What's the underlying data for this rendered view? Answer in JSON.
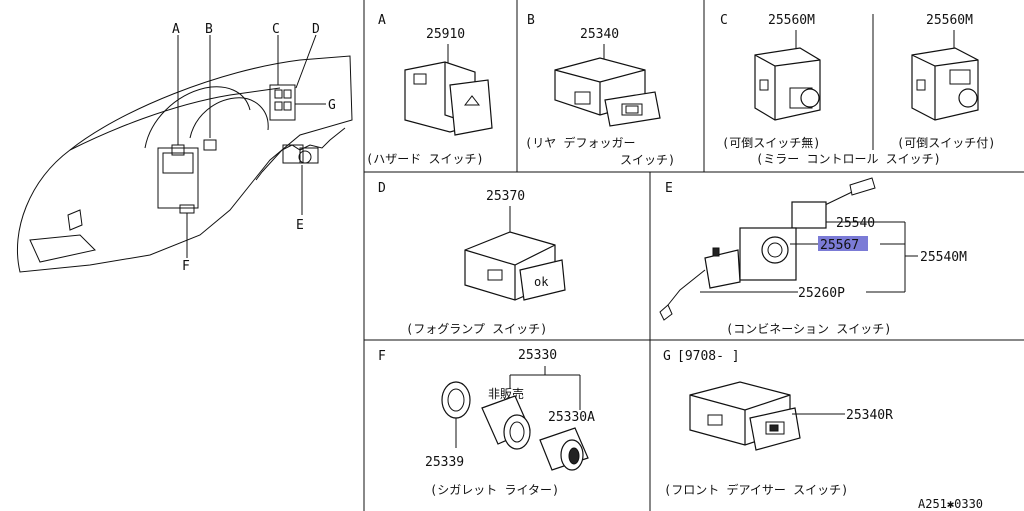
{
  "overview": {
    "callouts": [
      "A",
      "B",
      "C",
      "D",
      "G",
      "E",
      "F"
    ]
  },
  "panels": {
    "A": {
      "letter": "A",
      "part": "25910",
      "caption": "(ハザード スイッチ)"
    },
    "B": {
      "letter": "B",
      "part": "25340",
      "caption1": "(リヤ デフォッガー",
      "caption2": "スイッチ)"
    },
    "C": {
      "letter": "C",
      "part_left": "25560M",
      "part_right": "25560M",
      "caption_left": "(可倒スイッチ無)",
      "caption_right": "(可倒スイッチ付)",
      "caption": "(ミラー コントロール スイッチ)"
    },
    "D": {
      "letter": "D",
      "part": "25370",
      "caption": "(フォグランプ スイッチ)",
      "knob_text": "ok"
    },
    "E": {
      "letter": "E",
      "parts": [
        "25540",
        "25567",
        "25540M",
        "25260P"
      ],
      "caption": "(コンビネーション スイッチ)"
    },
    "F": {
      "letter": "F",
      "part_top": "25330",
      "note": "非販売",
      "part_a": "25330A",
      "part_b": "25339",
      "caption": "(シガレット ライター)"
    },
    "G": {
      "letter": "G",
      "range": "[9708-  ]",
      "part": "25340R",
      "caption": "(フロント デアイサー スイッチ)"
    }
  },
  "footer": {
    "ref": "A251✱0330"
  },
  "highlight_color": "#7b7bd6"
}
